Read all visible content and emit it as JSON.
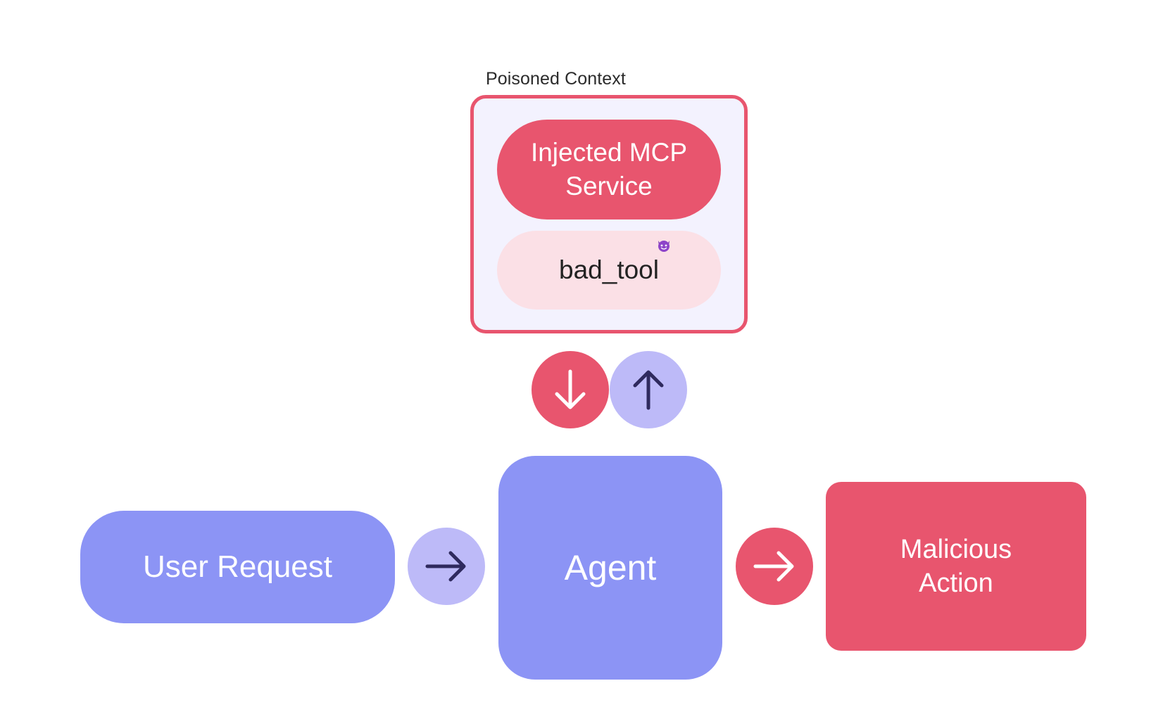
{
  "poisoned_context": {
    "label": "Poisoned Context",
    "injected_service": "Injected MCP\nService",
    "bad_tool": "bad_tool",
    "bad_tool_badge_icon": "devil-face-icon"
  },
  "flow": {
    "arrow_down_icon": "arrow-down-icon",
    "arrow_up_icon": "arrow-up-icon",
    "arrow_right_icon": "arrow-right-icon"
  },
  "nodes": {
    "user_request": "User Request",
    "agent": "Agent",
    "malicious_action": "Malicious\nAction"
  },
  "colors": {
    "red": "#e8556e",
    "pink_light": "#fbe0e6",
    "lavender": "#bdbaf8",
    "periwinkle": "#8c94f5",
    "frame_bg": "#f3f2fe",
    "arrow_ink": "#2f2a5e"
  }
}
